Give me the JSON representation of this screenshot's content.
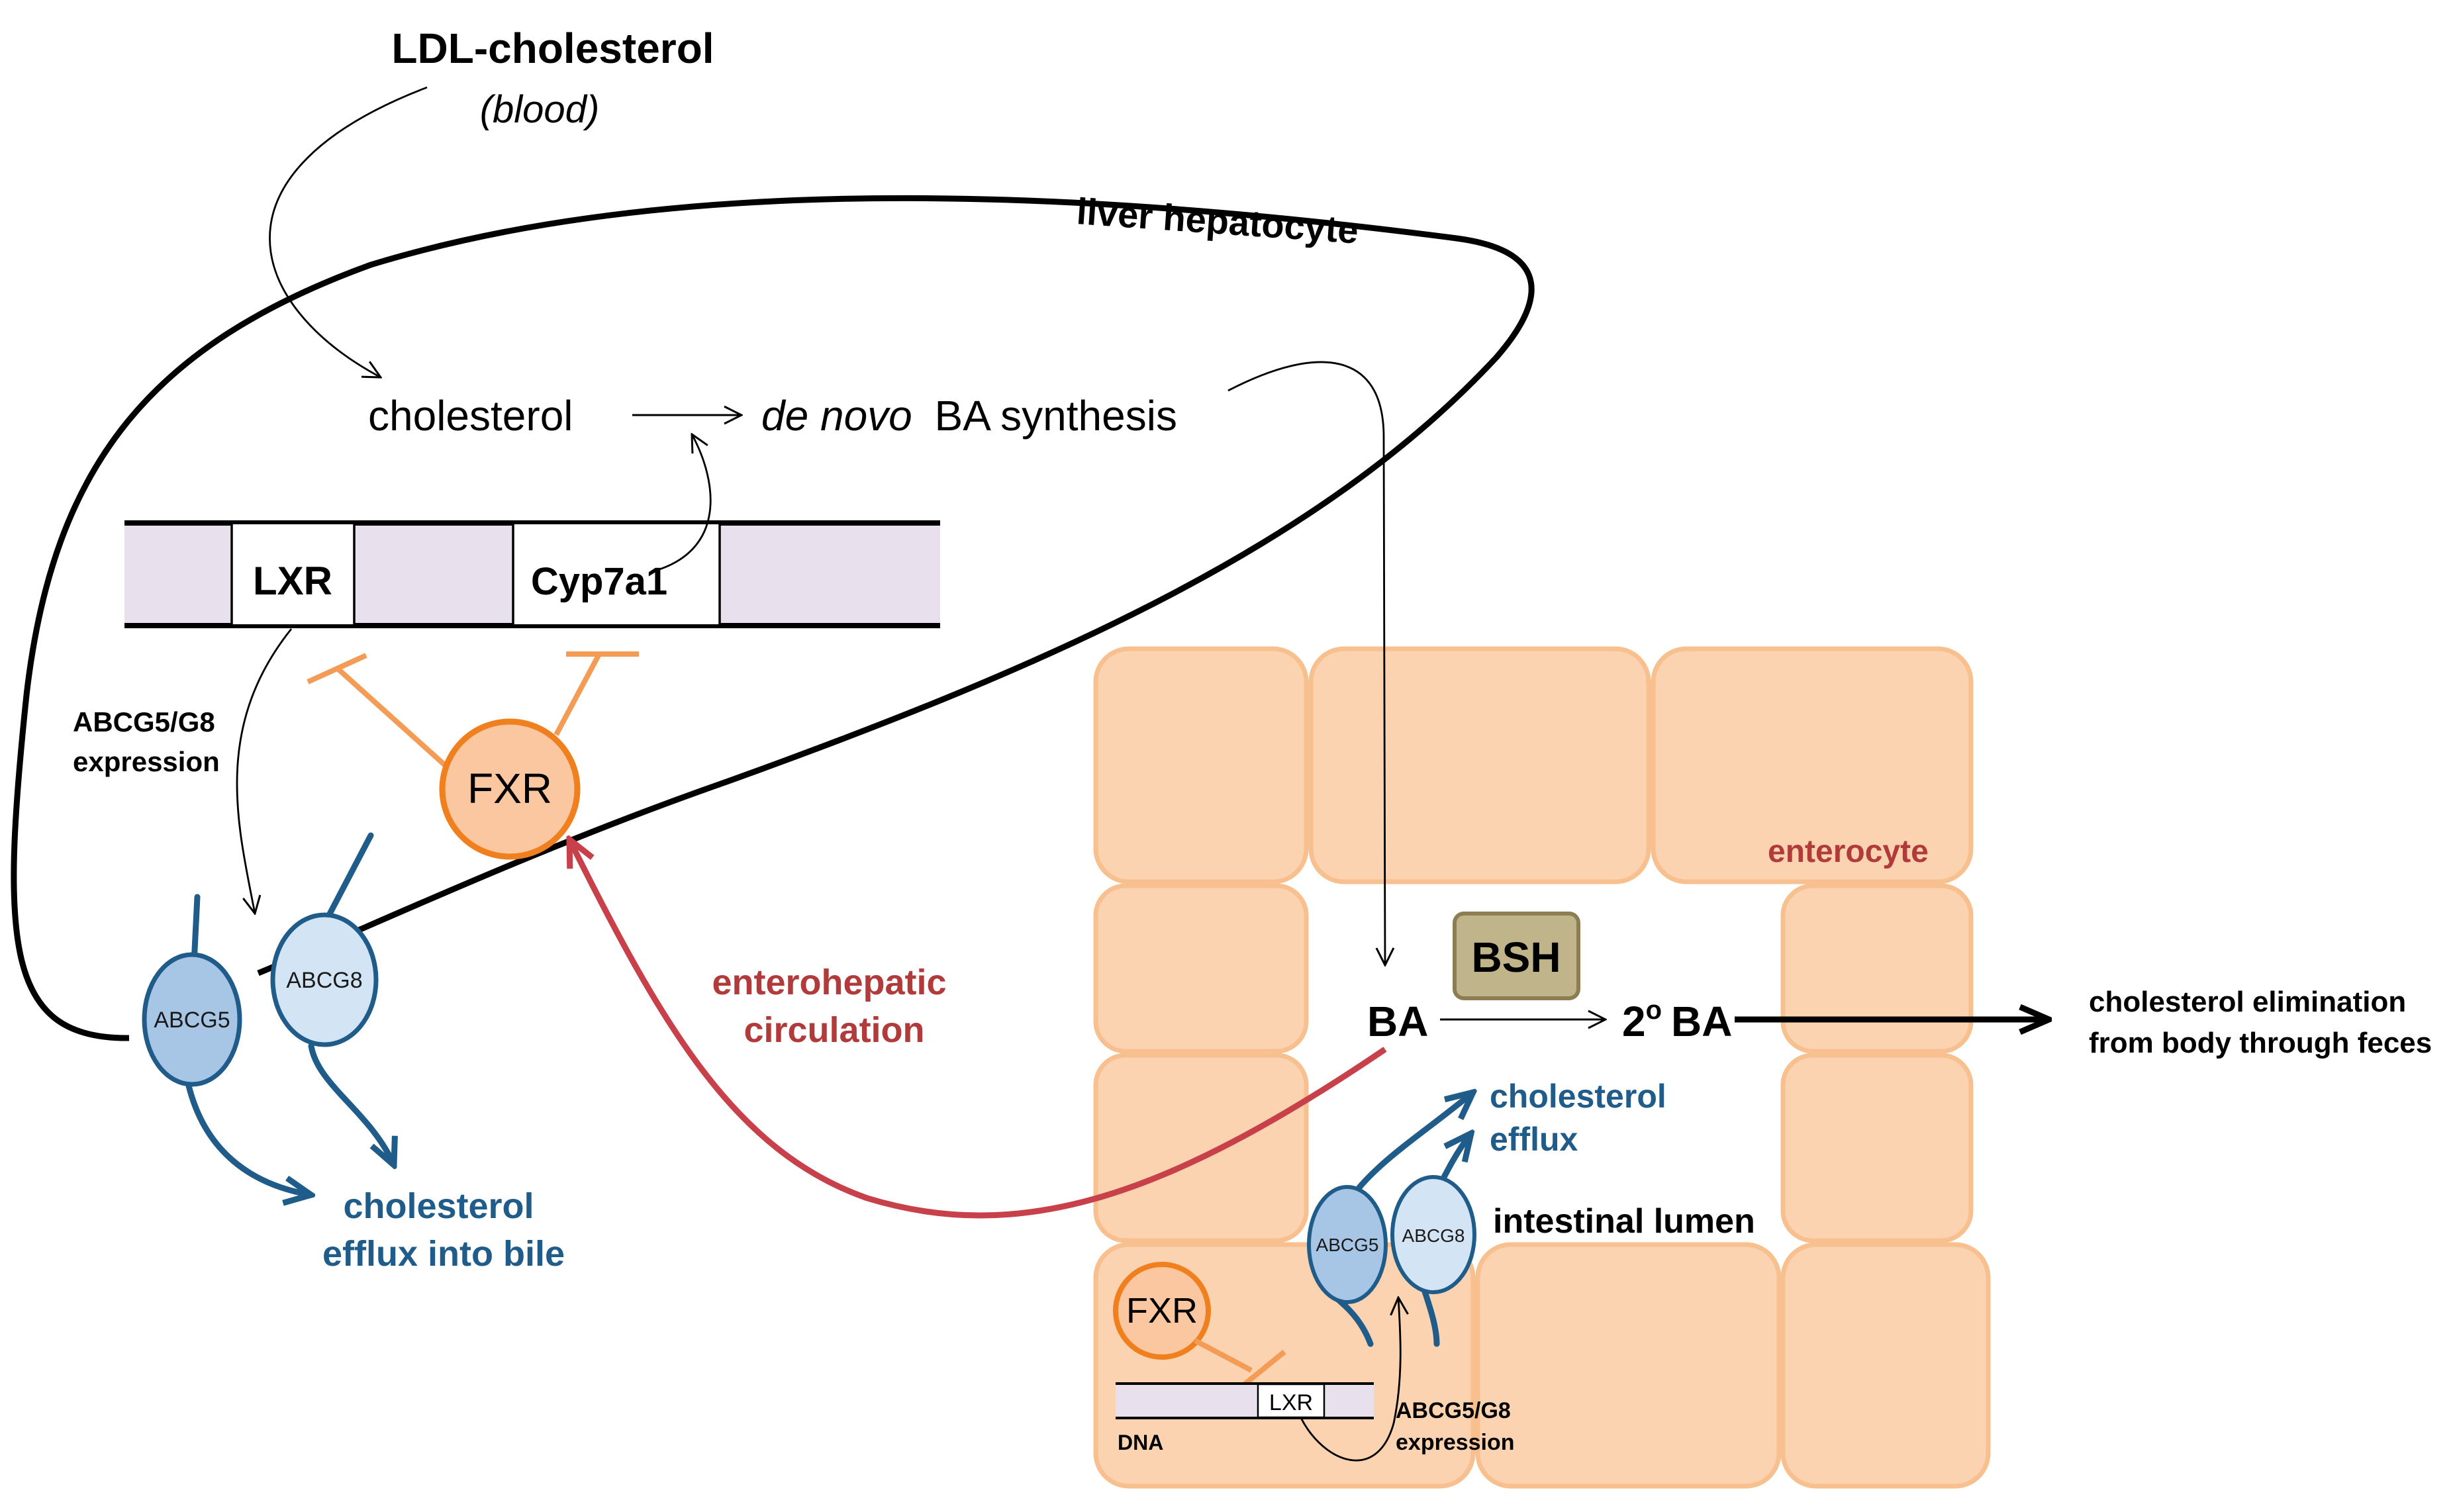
{
  "labels": {
    "ldl_cholesterol": "LDL-cholesterol",
    "blood": "(blood)",
    "liver_hepatocyte": "liver hepatocyte",
    "cholesterol": "cholesterol",
    "de_novo": "de novo",
    "ba_synthesis": "BA synthesis",
    "lxr": "LXR",
    "cyp7a1": "Cyp7a1",
    "abcg_expression_line1": "ABCG5/G8",
    "abcg_expression_line2": "expression",
    "fxr": "FXR",
    "abcg5": "ABCG5",
    "abcg8": "ABCG8",
    "efflux_bile_line1": "cholesterol",
    "efflux_bile_line2": "efflux into bile",
    "enterohepatic_line1": "enterohepatic",
    "enterohepatic_line2": "circulation",
    "enterocyte": "enterocyte",
    "bsh": "BSH",
    "ba": "BA",
    "secondary_ba_number": "2",
    "secondary_ba_sup": "o",
    "secondary_ba_text": "BA",
    "elimination_line1": "cholesterol elimination",
    "elimination_line2": "from body through feces",
    "efflux_lumen_line1": "cholesterol",
    "efflux_lumen_line2": "efflux",
    "intestinal_lumen": "intestinal lumen",
    "fxr_small": "FXR",
    "lxr_small": "LXR",
    "dna": "DNA",
    "abcg_small_line1": "ABCG5/G8",
    "abcg_small_line2": "expression",
    "abcg5_small": "ABCG5",
    "abcg8_small": "ABCG8"
  },
  "colors": {
    "transporter_blue": "#1f5c8a",
    "fxr_orange": "#f07f1e",
    "circulation_red": "#c8404a",
    "cell_peach": "#fbd3b0",
    "dna_lavender": "#e8e1ed",
    "bsh_box": "#bfb48a"
  }
}
